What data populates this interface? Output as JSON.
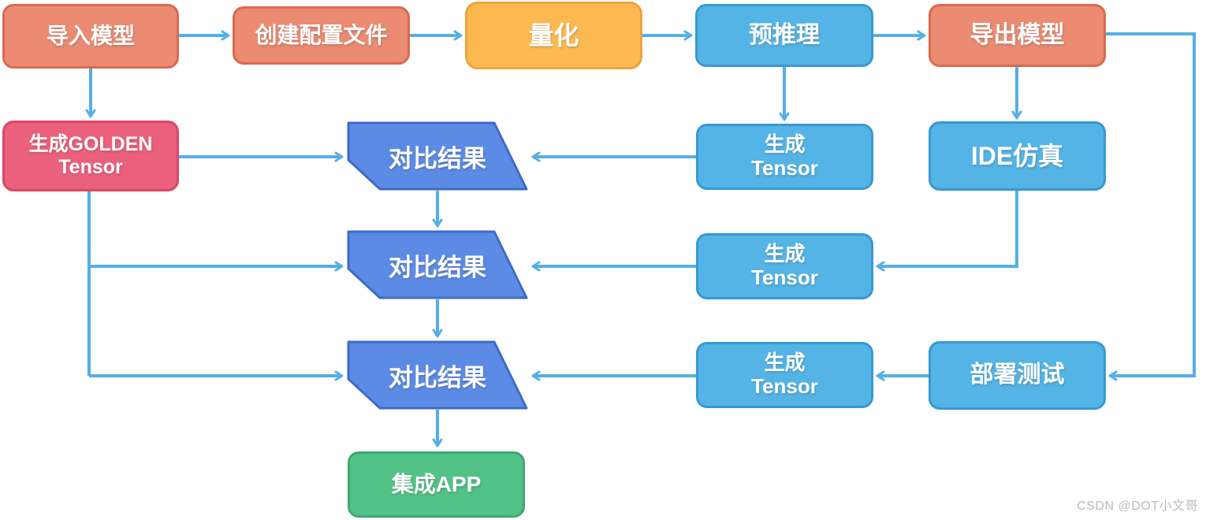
{
  "diagram": {
    "nodes": {
      "import_model": {
        "label": "导入模型"
      },
      "create_config": {
        "label": "创建配置文件"
      },
      "quantize": {
        "label": "量化"
      },
      "pre_inference": {
        "label": "预推理"
      },
      "export_model": {
        "label": "导出模型"
      },
      "golden_tensor": {
        "line1": "生成GOLDEN",
        "line2": "Tensor"
      },
      "compare1": {
        "label": "对比结果"
      },
      "compare2": {
        "label": "对比结果"
      },
      "compare3": {
        "label": "对比结果"
      },
      "gen_tensor1": {
        "line1": "生成",
        "line2": "Tensor"
      },
      "gen_tensor2": {
        "line1": "生成",
        "line2": "Tensor"
      },
      "gen_tensor3": {
        "line1": "生成",
        "line2": "Tensor"
      },
      "ide_sim": {
        "label": "IDE仿真"
      },
      "deploy_test": {
        "label": "部署测试"
      },
      "integrate_app": {
        "label": "集成APP"
      }
    },
    "colors": {
      "orange_fill": "#EA8B72",
      "orange_border": "#D96A50",
      "yellow_fill": "#FDB951",
      "yellow_border": "#EDA33F",
      "blue_fill": "#54B4E6",
      "blue_border": "#3898D3",
      "royal_fill": "#5C8BE6",
      "royal_border": "#3F6BC4",
      "pink_fill": "#EB607C",
      "pink_border": "#D94868",
      "green_fill": "#52C287",
      "green_border": "#3FA873",
      "arrow": "#55AFE5"
    },
    "watermark": "CSDN @DOT小文哥"
  }
}
